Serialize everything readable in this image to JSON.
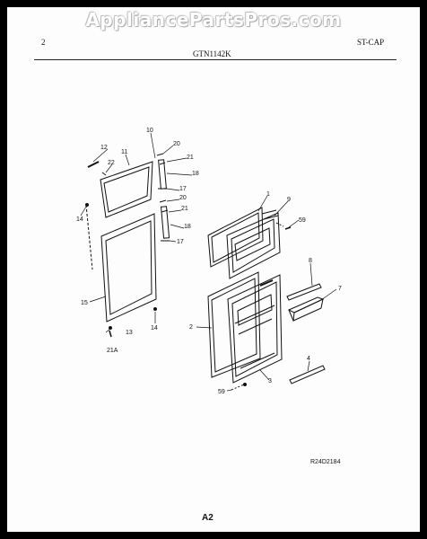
{
  "watermark": "AppliancePartsPros.com",
  "header": {
    "page_number": "2",
    "model": "GTN1142K",
    "section": "ST-CAP"
  },
  "callouts": {
    "c1": "1",
    "c2": "2",
    "c3": "3",
    "c4": "4",
    "c7": "7",
    "c8": "8",
    "c9": "9",
    "c10": "10",
    "c11": "11",
    "c12": "12",
    "c13": "13",
    "c14a": "14",
    "c14b": "14",
    "c15": "15",
    "c17a": "17",
    "c17b": "17",
    "c18a": "18",
    "c18b": "18",
    "c20a": "20",
    "c20b": "20",
    "c21a": "21",
    "c21b": "21",
    "c21A": "21A",
    "c22": "22",
    "c59a": "59",
    "c59b": "59"
  },
  "diagram_code": "R24D2184",
  "page_ref": "A2"
}
